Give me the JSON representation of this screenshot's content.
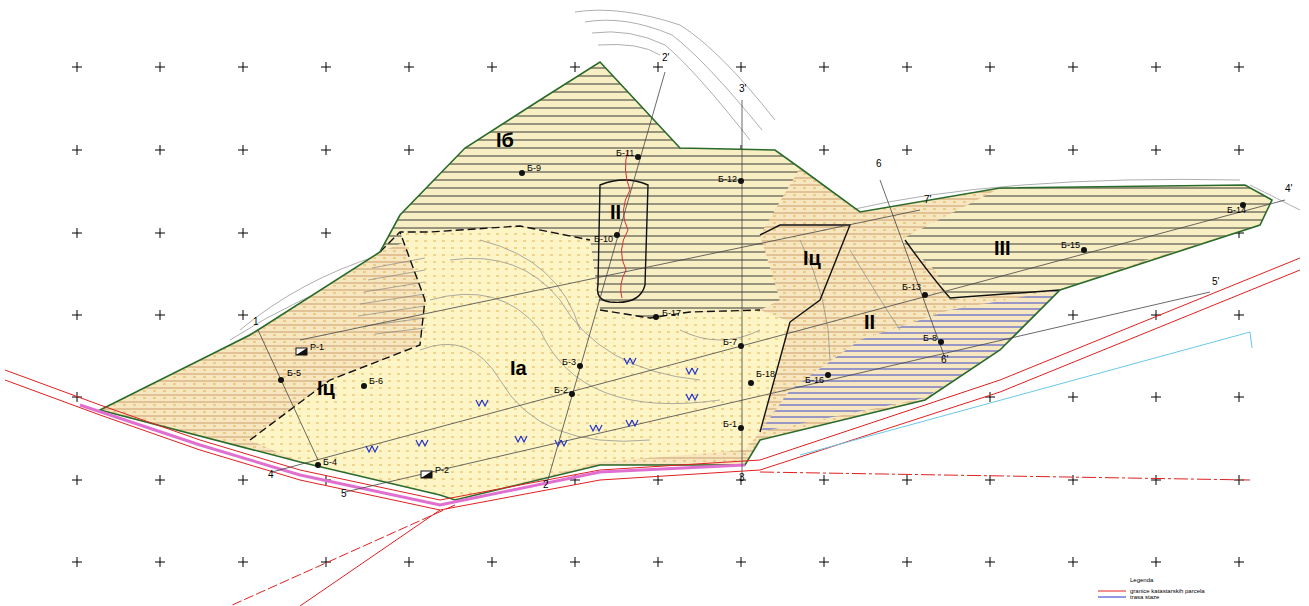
{
  "diagram": {
    "nodes": [
      {
        "text": [
          "Iб"
        ]
      },
      {
        "text": [
          "II"
        ]
      },
      {
        "text": [
          "Iц"
        ]
      },
      {
        "text": [
          "Iа"
        ]
      },
      {
        "text": [
          "Iц"
        ]
      },
      {
        "text": [
          "II"
        ]
      },
      {
        "text": [
          "III"
        ]
      }
    ],
    "labels": [
      "Б-11",
      "Б-9",
      "Б-12",
      "Б-10",
      "Б-17",
      "Б-3",
      "Б-2",
      "Б-7",
      "Б-18",
      "Б-16",
      "Б-1",
      "Б-13",
      "Б-8",
      "Б-15",
      "Б-14",
      "Б-5",
      "Б-6",
      "Б-4",
      "Р-1",
      "Р-2",
      "2'",
      "3'",
      "7'",
      "6",
      "4'",
      "5'",
      "6'",
      "1",
      "4",
      "5",
      "2",
      "3",
      "Legenda"
    ],
    "legend": [
      {
        "text": "granice katastarskih parcela"
      },
      {
        "text": "trasa staze"
      }
    ]
  }
}
